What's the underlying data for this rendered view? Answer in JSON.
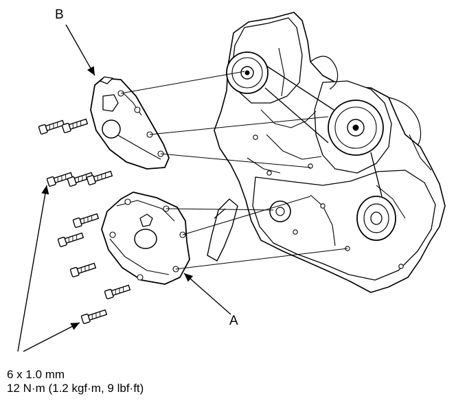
{
  "callouts": {
    "b": "B",
    "a": "A"
  },
  "spec": {
    "bolt_size": "6 x 1.0 mm",
    "torque": "12 N·m (1.2 kgf·m, 9 lbf·ft)"
  },
  "colors": {
    "line": "#000000",
    "background": "#ffffff"
  }
}
